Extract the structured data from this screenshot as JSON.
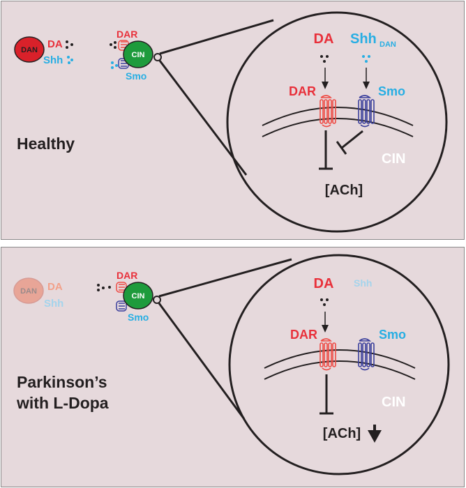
{
  "panels": [
    {
      "condition_label": "Healthy",
      "source": {
        "dan_label": "DAN",
        "da_label": "DA",
        "shh_label": "Shh",
        "faded": false
      },
      "cin": {
        "label": "CIN",
        "dar_label": "DAR",
        "smo_label": "Smo"
      },
      "zoom": {
        "da_label": "DA",
        "shh_label": "Shh",
        "shh_subscript": "DAN",
        "dar_label": "DAR",
        "smo_label": "Smo",
        "cin_label": "CIN",
        "ach_label": "[ACh]",
        "ach_decrease": false
      }
    },
    {
      "condition_label_lines": [
        "Parkinson’s",
        "with L-Dopa"
      ],
      "source": {
        "dan_label": "DAN",
        "da_label": "DA",
        "shh_label": "Shh",
        "faded": true
      },
      "cin": {
        "label": "CIN",
        "dar_label": "DAR",
        "smo_label": "Smo"
      },
      "zoom": {
        "da_label": "DA",
        "shh_label": "Shh",
        "dar_label": "DAR",
        "smo_label": "Smo",
        "cin_label": "CIN",
        "ach_label": "[ACh]",
        "ach_decrease": true
      }
    }
  ],
  "colors": {
    "background": "#e6d9dc",
    "dan_fill": "#d9212a",
    "cin_fill": "#1e9b3c",
    "da_red": "#e8303a",
    "shh_blue": "#27aee3",
    "dar_receptor": "#ee4b45",
    "smo_receptor": "#3a3f9c",
    "ink": "#231f20",
    "cin_text": "#ffffff"
  }
}
